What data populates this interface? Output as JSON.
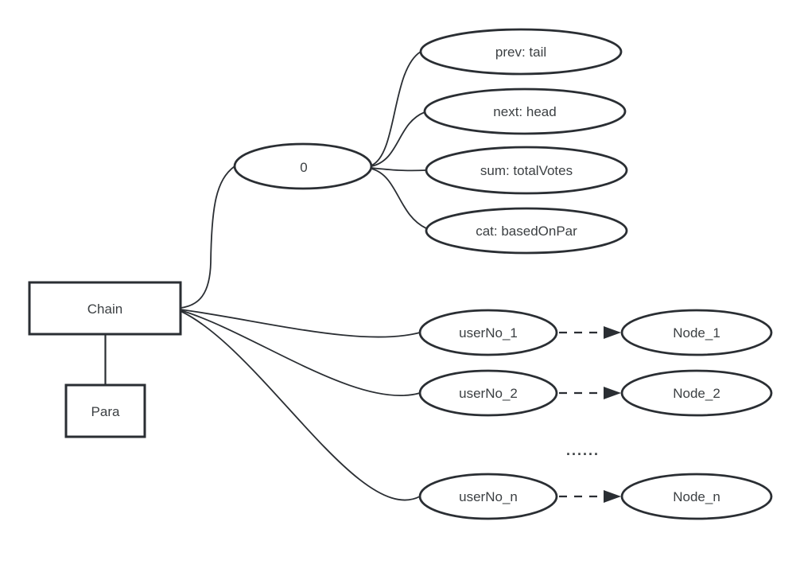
{
  "page": {
    "background_color": "#ffffff"
  },
  "diagram": {
    "type": "graph",
    "stroke_color": "#2a2e33",
    "text_color": "#3c4043",
    "nodes": {
      "chain": {
        "label": "Chain",
        "shape": "rectangle"
      },
      "para": {
        "label": "Para",
        "shape": "rectangle"
      },
      "zero": {
        "label": "0",
        "shape": "ellipse"
      },
      "prev_tail": {
        "label": "prev: tail",
        "shape": "ellipse"
      },
      "next_head": {
        "label": "next: head",
        "shape": "ellipse"
      },
      "sum_totalvotes": {
        "label": "sum: totalVotes",
        "shape": "ellipse"
      },
      "cat_basedonpar": {
        "label": "cat: basedOnPar",
        "shape": "ellipse"
      },
      "userno_1": {
        "label": "userNo_1",
        "shape": "ellipse"
      },
      "userno_2": {
        "label": "userNo_2",
        "shape": "ellipse"
      },
      "userno_n": {
        "label": "userNo_n",
        "shape": "ellipse"
      },
      "node_1": {
        "label": "Node_1",
        "shape": "ellipse"
      },
      "node_2": {
        "label": "Node_2",
        "shape": "ellipse"
      },
      "node_n": {
        "label": "Node_n",
        "shape": "ellipse"
      },
      "ellipsis": {
        "label": "......"
      }
    },
    "edges": [
      {
        "from": "Chain",
        "to": "Para",
        "style": "solid-line"
      },
      {
        "from": "Chain",
        "to": "0",
        "style": "solid-curve"
      },
      {
        "from": "Chain",
        "to": "userNo_1",
        "style": "solid-curve"
      },
      {
        "from": "Chain",
        "to": "userNo_2",
        "style": "solid-curve"
      },
      {
        "from": "Chain",
        "to": "userNo_n",
        "style": "solid-curve"
      },
      {
        "from": "0",
        "to": "prev: tail",
        "style": "solid-curve"
      },
      {
        "from": "0",
        "to": "next: head",
        "style": "solid-curve"
      },
      {
        "from": "0",
        "to": "sum: totalVotes",
        "style": "solid-curve"
      },
      {
        "from": "0",
        "to": "cat: basedOnPar",
        "style": "solid-curve"
      },
      {
        "from": "userNo_1",
        "to": "Node_1",
        "style": "dashed-arrow"
      },
      {
        "from": "userNo_2",
        "to": "Node_2",
        "style": "dashed-arrow"
      },
      {
        "from": "userNo_n",
        "to": "Node_n",
        "style": "dashed-arrow"
      }
    ]
  }
}
